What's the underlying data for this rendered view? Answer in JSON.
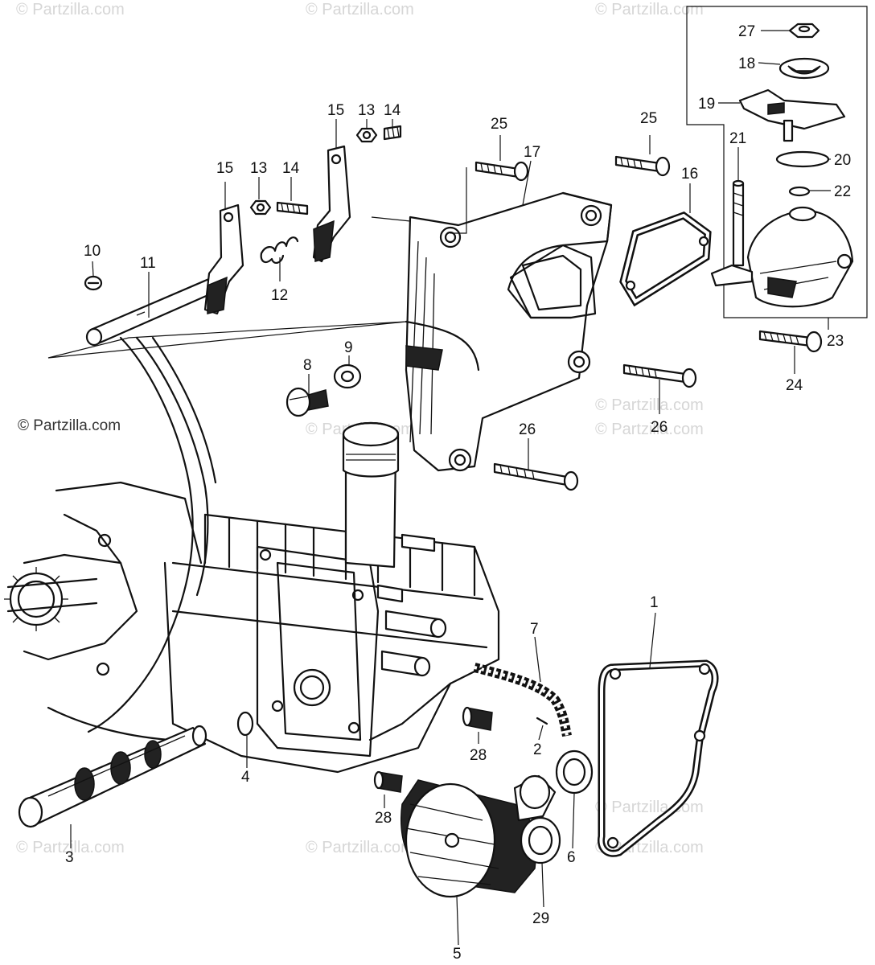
{
  "diagram": {
    "watermarks": [
      "© Partzilla.com",
      "© Partzilla.com",
      "© Partzilla.com",
      "© Partzilla.com",
      "© Partzilla.com",
      "© Partzilla.com",
      "© Partzilla.com",
      "© Partzilla.com",
      "© Partzilla.com",
      "© Partzilla.com",
      "© Partzilla.com"
    ],
    "callouts": {
      "c1": "1",
      "c2": "2",
      "c3": "3",
      "c4": "4",
      "c5": "5",
      "c6": "6",
      "c7": "7",
      "c8": "8",
      "c9": "9",
      "c10": "10",
      "c11": "11",
      "c12": "12",
      "c13a": "13",
      "c13b": "13",
      "c14a": "14",
      "c14b": "14",
      "c15a": "15",
      "c15b": "15",
      "c16": "16",
      "c17": "17",
      "c18": "18",
      "c19": "19",
      "c20": "20",
      "c21": "21",
      "c22": "22",
      "c23": "23",
      "c24": "24",
      "c25a": "25",
      "c25b": "25",
      "c26a": "26",
      "c26b": "26",
      "c27": "27",
      "c28a": "28",
      "c28b": "28",
      "c29": "29"
    }
  }
}
